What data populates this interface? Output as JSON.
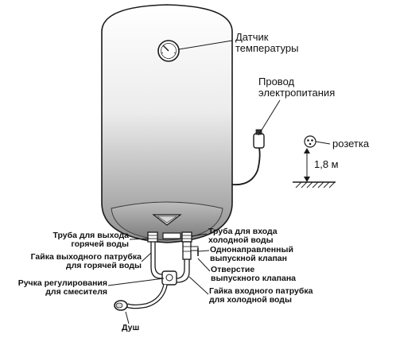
{
  "labels": {
    "temp_sensor": [
      "Датчик",
      "температуры"
    ],
    "power_cable": [
      "Провод",
      "электропитания"
    ],
    "socket": "розетка",
    "height": "1,8 м",
    "hot_outlet_pipe": [
      "Труба для выхода",
      "горячей воды"
    ],
    "hot_outlet_nut": [
      "Гайка выходного патрубка",
      "для горячей воды"
    ],
    "mixer_handle": [
      "Ручка регулирования",
      "для смесителя"
    ],
    "shower": "Душ",
    "cold_inlet_pipe": [
      "Труба для входа",
      "холодной воды"
    ],
    "check_valve": [
      "Однонаправленный",
      "выпускной клапан"
    ],
    "valve_hole": [
      "Отверстие",
      "выпускного клапана"
    ],
    "cold_inlet_nut": [
      "Гайка входного патрубка",
      "для холодной воды"
    ]
  },
  "colors": {
    "tank_top": "#ffffff",
    "tank_bottom": "#8f8f8f",
    "line": "#1a1a1a"
  }
}
